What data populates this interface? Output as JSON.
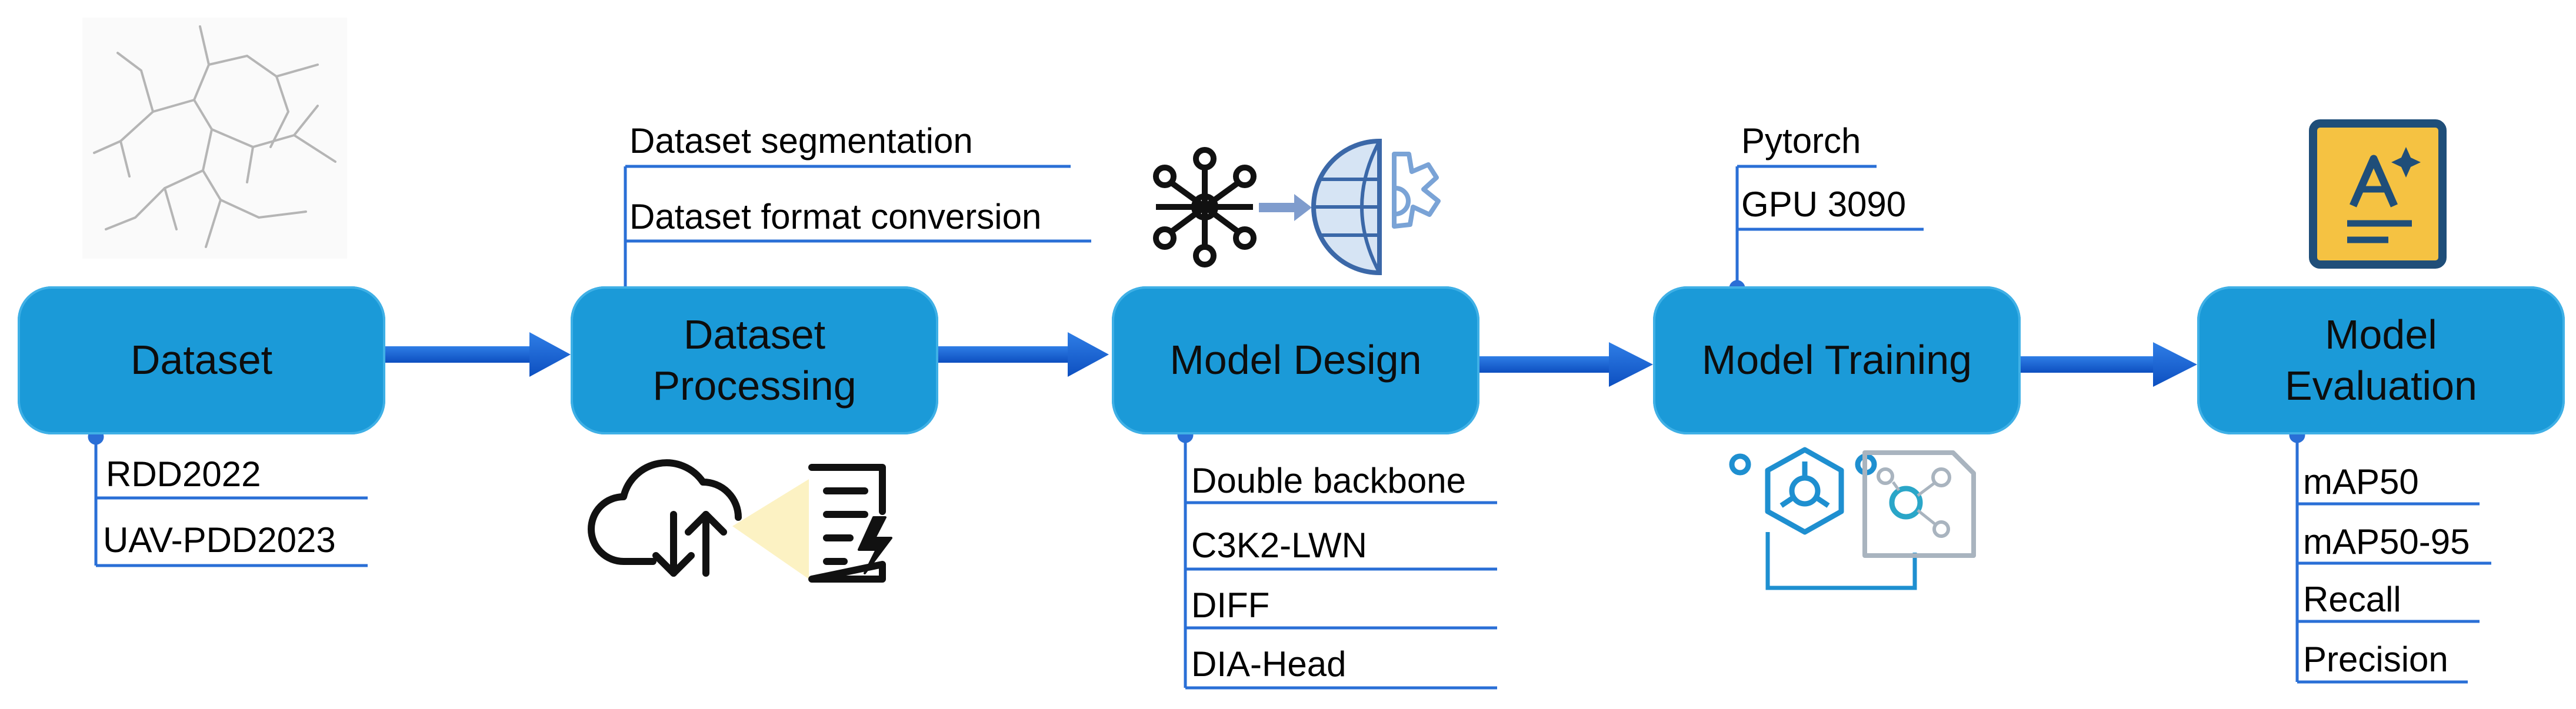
{
  "stages": [
    {
      "id": "dataset",
      "lines": [
        "Dataset"
      ]
    },
    {
      "id": "processing",
      "lines": [
        "Dataset",
        "Processing"
      ]
    },
    {
      "id": "design",
      "lines": [
        "Model Design"
      ]
    },
    {
      "id": "training",
      "lines": [
        "Model Training"
      ]
    },
    {
      "id": "evaluation",
      "lines": [
        "Model",
        "Evaluation"
      ]
    }
  ],
  "dataset_items": [
    "RDD2022",
    "UAV-PDD2023"
  ],
  "processing_items": [
    "Dataset segmentation",
    "Dataset format conversion"
  ],
  "design_items": [
    "Double backbone",
    "C3K2-LWN",
    "DIFF",
    "DIA-Head"
  ],
  "training_items": [
    "Pytorch",
    "GPU 3090"
  ],
  "evaluation_items": [
    "mAP50",
    "mAP50-95",
    "Recall",
    "Precision"
  ],
  "colors": {
    "box": "#1b9ad8",
    "arrow": "#1565d8",
    "bracket": "#2a6fd6",
    "icon_teal": "#2aa6c8",
    "eval_icon_frame": "#1f4e79",
    "eval_icon_fill": "#f5c242"
  }
}
